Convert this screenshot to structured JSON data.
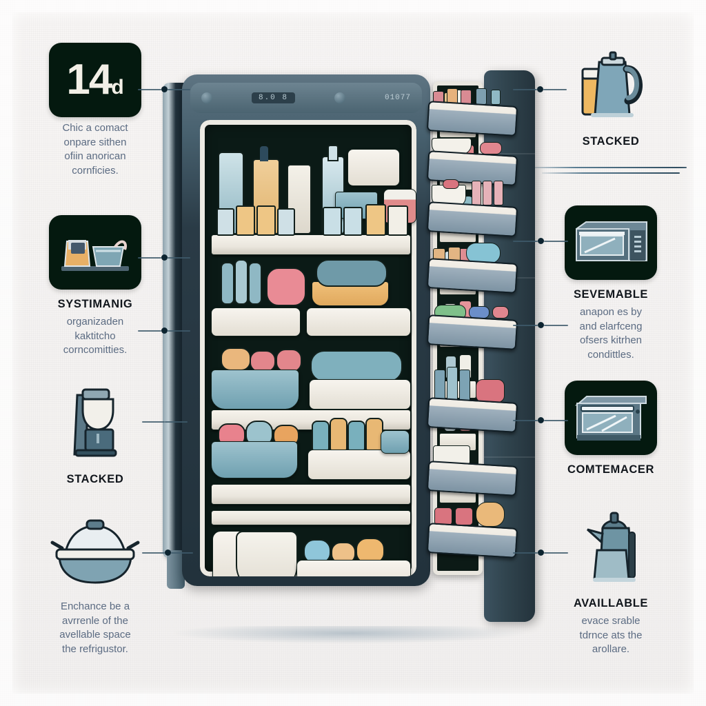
{
  "poster": {
    "background_color": "#f4f2f1",
    "accent_color": "#2d4a5c",
    "tile_color": "#04190f",
    "heading_color": "#11161c",
    "body_color": "#5b6b82"
  },
  "left_items": [
    {
      "icon": "number-badge-14d",
      "badge_number": "14",
      "badge_unit": "d",
      "heading": "",
      "body": [
        "Chic a comact",
        "onpare sithen",
        "ofiin anorican",
        "cornficies."
      ]
    },
    {
      "icon": "pitcher-and-bowl-icon",
      "heading": "SYSTIMANIG",
      "body": [
        "organizaden",
        "kaktitcho",
        "corncomitties."
      ]
    },
    {
      "icon": "coffee-maker-icon",
      "heading": "STACKED",
      "body": []
    },
    {
      "icon": "covered-pot-icon",
      "heading": "",
      "body": [
        "Enchance be a",
        "avrrenle of the",
        "avellable space",
        "the refrigustor."
      ]
    }
  ],
  "right_items": [
    {
      "icon": "carafe-pitcher-icon",
      "heading": "STACKED",
      "body": []
    },
    {
      "icon": "microwave-icon",
      "heading": "SEVEMABLE",
      "body": [
        "anapon es by",
        "and elarfceng",
        "ofsers kitrhen",
        "condittles."
      ]
    },
    {
      "icon": "oven-icon",
      "heading": "COMTEMACER",
      "body": []
    },
    {
      "icon": "moka-pot-icon",
      "heading": "AVAILLABLE",
      "body": [
        "evace srable",
        "tdrnce ats the",
        "arollare."
      ]
    }
  ],
  "fridge": {
    "name": "open-refrigerator-illustration",
    "control_panel": {
      "screen_text": "8.0 8",
      "right_text": "01077"
    }
  }
}
